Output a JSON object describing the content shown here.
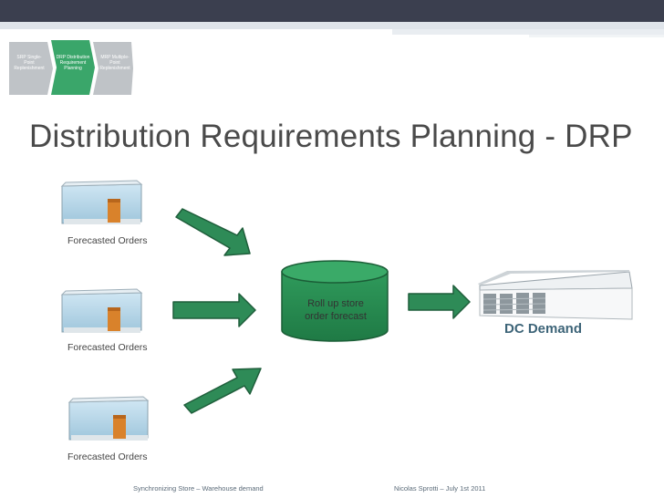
{
  "slide": {
    "title": "Distribution Requirements Planning - DRP",
    "footer_left": "Synchronizing Store – Warehouse demand",
    "footer_right": "Nicolas Sprotti – July 1st 2011",
    "page_number": ""
  },
  "process_steps": [
    {
      "label": "SRP Single-Point Replenishment",
      "active": false
    },
    {
      "label": "DRP Distribution Requirement Planning",
      "active": true
    },
    {
      "label": "MRP Multiple-Point Replenishment",
      "active": false
    }
  ],
  "diagram": {
    "store_labels": [
      "Forecasted Orders",
      "Forecasted Orders",
      "Forecasted Orders"
    ],
    "database_label_line1": "Roll up store",
    "database_label_line2": "order forecast",
    "dc_label": "DC Demand"
  },
  "colors": {
    "arrow_fill": "#2e8b57",
    "step_active": "#3aa66a",
    "step_inactive": "#bfc3c7",
    "title_text": "#4a4a4a",
    "dc_text": "#3d6478"
  }
}
